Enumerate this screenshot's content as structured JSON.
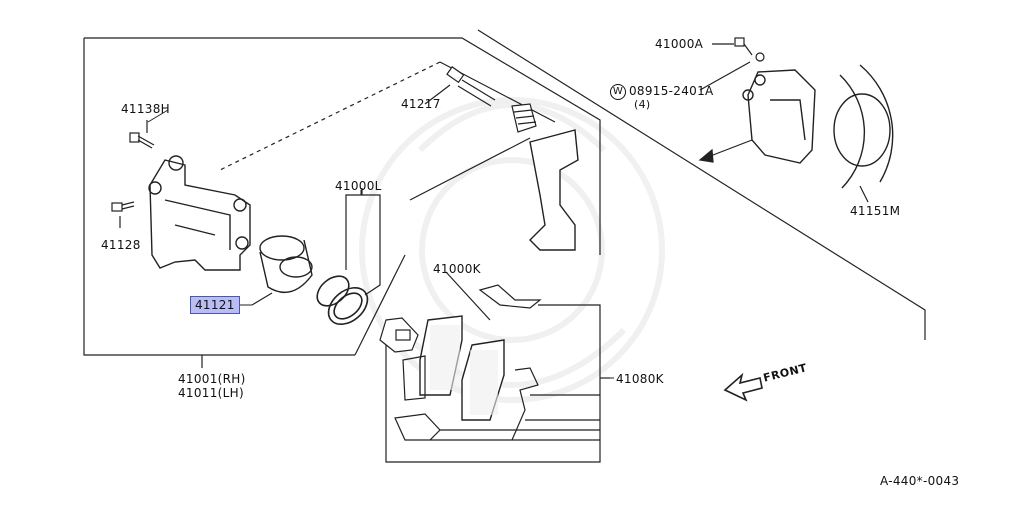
{
  "parts": {
    "p41000A": "41000A",
    "p08915": "08915-2401A",
    "p08915_qty": "(4)",
    "p08915_symbol": "W",
    "p41138H": "41138H",
    "p41217": "41217",
    "p41000L": "41000L",
    "p41128": "41128",
    "p41121": "41121",
    "p41000K": "41000K",
    "p41080K": "41080K",
    "p41151M": "41151M",
    "caliper_rh": "41001(RH)",
    "caliper_lh": "41011(LH)"
  },
  "front_label": "FRONT",
  "diagram_code": "A-440*-0043",
  "colors": {
    "highlight": "#b9bdf2",
    "line": "#222222"
  }
}
